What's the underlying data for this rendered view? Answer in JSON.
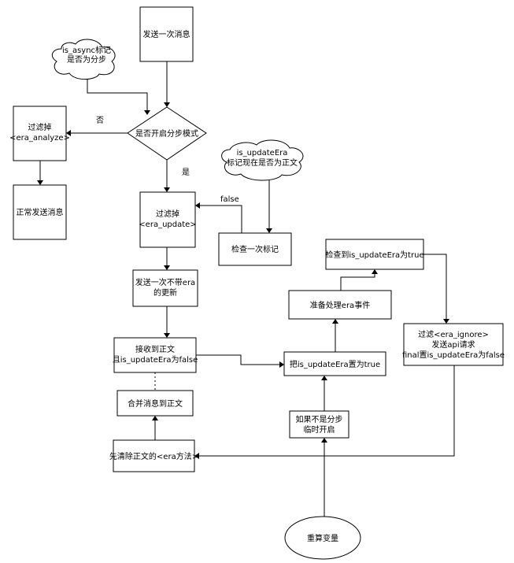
{
  "nodes": {
    "send_message": "发送一次消息",
    "async_cloud": [
      "is_async标记",
      "是否为分步"
    ],
    "decision": "是否开启分步模式",
    "filter_analyze": [
      "过滤掉",
      "<era_analyze>"
    ],
    "normal_send": "正常发送消息",
    "update_cloud": [
      "is_updateEra",
      "标记现在是否为正文"
    ],
    "filter_update": [
      "过滤掉",
      "<era_update>"
    ],
    "check_flag": "检查一次标记",
    "send_without_era": [
      "发送一次不带era",
      "的更新"
    ],
    "receive_body": [
      "接收到正文",
      "且is_updateEra为false"
    ],
    "merge_message": "合并消息到正文",
    "clear_era": "先清除正文的<era方法>",
    "set_update_true": "把is_updateEra置为true",
    "prepare_era": "准备处理era事件",
    "check_true": "检查到is_updateEra为true",
    "filter_ignore": [
      "过滤<era_ignore>",
      "发送api请求",
      "final置is_updateEra为false"
    ],
    "open_temp": [
      "如果不是分步",
      "临时开启"
    ],
    "recalc": "重算变量"
  },
  "edge_labels": {
    "no": "否",
    "yes": "是",
    "false": "false"
  }
}
